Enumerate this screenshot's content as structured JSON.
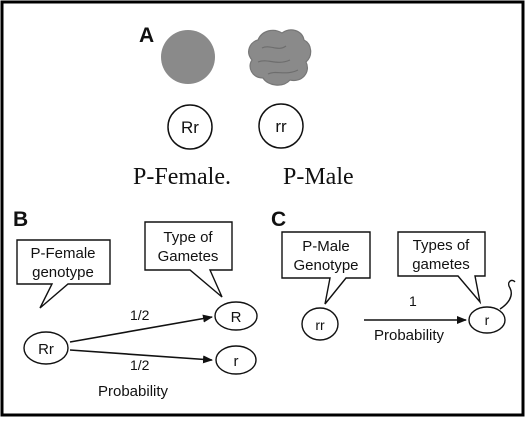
{
  "panel_a": {
    "letter": "A",
    "female_genotype": "Rr",
    "male_genotype": "rr",
    "female_label": "P-Female.",
    "male_label": "P-Male"
  },
  "panel_b": {
    "letter": "B",
    "callout_left": [
      "P-Female",
      "genotype"
    ],
    "callout_right": [
      "Type of",
      "Gametes"
    ],
    "parent": "Rr",
    "gamete_1": "R",
    "gamete_2": "r",
    "prob_1": "1/2",
    "prob_2": "1/2",
    "probability_label": "Probability"
  },
  "panel_c": {
    "letter": "C",
    "callout_left": [
      "P-Male",
      "Genotype"
    ],
    "callout_right": [
      "Types of",
      "gametes"
    ],
    "parent": "rr",
    "gamete": "r",
    "prob": "1",
    "probability_label": "Probability"
  },
  "colors": {
    "border": "#000000",
    "blob": "#8a8a8a",
    "stroke": "#111111"
  }
}
